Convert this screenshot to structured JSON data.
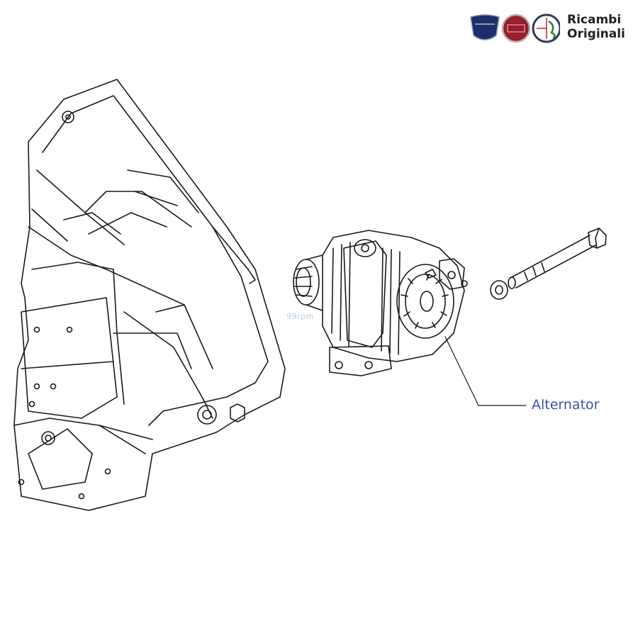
{
  "brand": {
    "line1": "Ricambi",
    "line2": "Originali",
    "logos": [
      "lancia-logo",
      "fiat-logo",
      "alfa-romeo-logo"
    ]
  },
  "diagram": {
    "callouts": [
      {
        "label": "Alternator"
      }
    ]
  },
  "watermark": "99rpm",
  "colors": {
    "line": "#1a1a1a",
    "callout_text": "#3a52a8",
    "lancia": "#1c2f6b",
    "fiat": "#9b1c2a",
    "alfa_green": "#2e7d3a",
    "alfa_red": "#c0262d"
  }
}
